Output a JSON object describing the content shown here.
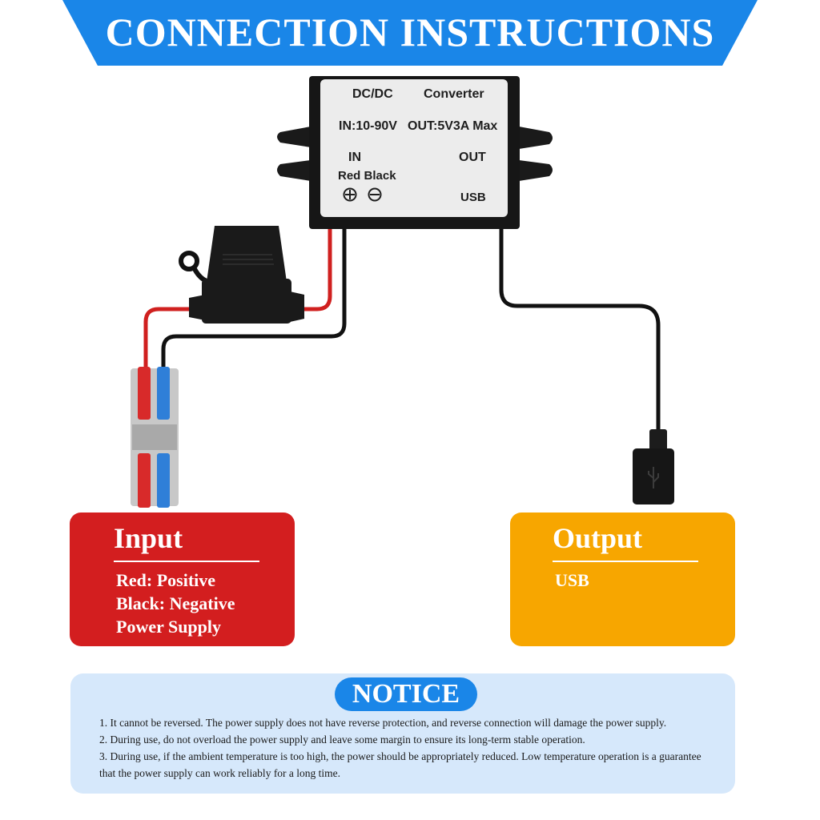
{
  "banner": {
    "title": "CONNECTION INSTRUCTIONS"
  },
  "converter_label": {
    "type": "DC/DC",
    "name": "Converter",
    "input_range": "IN:10-90V",
    "output_spec": "OUT:5V3A Max",
    "in_label": "IN",
    "in_colors": "Red Black",
    "out_label": "OUT",
    "usb_label": "USB"
  },
  "input_card": {
    "title": "Input",
    "lines": [
      "Red: Positive",
      "Black: Negative",
      "Power Supply"
    ],
    "color": "#d31e1f"
  },
  "output_card": {
    "title": "Output",
    "lines": [
      "USB"
    ],
    "color": "#f7a600"
  },
  "notice": {
    "title": "NOTICE",
    "items": [
      "1. It cannot be reversed. The power supply does not have reverse protection, and reverse connection will damage the power supply.",
      "2. During use, do not overload the power supply and leave some margin to ensure its long-term stable operation.",
      "3. During use, if the ambient temperature is too high, the power should be appropriately reduced. Low temperature operation is a guarantee that the power supply can work reliably for a long time."
    ]
  },
  "colors": {
    "banner_blue": "#1a86e8",
    "wire_red": "#d0201f",
    "wire_black": "#111111",
    "connector_red": "#d82a2a",
    "connector_blue": "#2f7fd8"
  }
}
